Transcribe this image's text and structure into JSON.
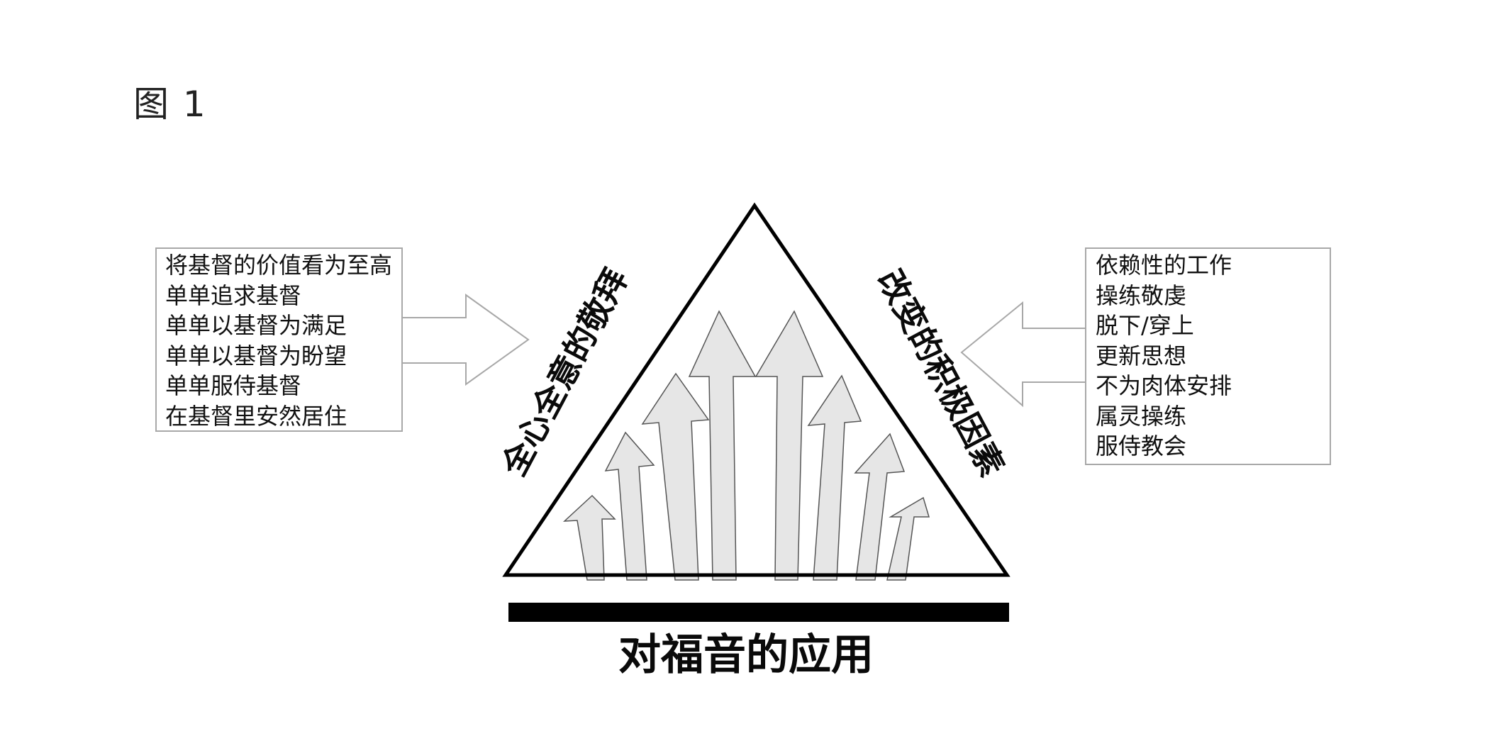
{
  "figure_label": "图 1",
  "left_list": {
    "items": [
      "将基督的价值看为至高",
      "单单追求基督",
      "单单以基督为满足",
      "单单以基督为盼望",
      "单单服侍基督",
      "在基督里安然居住"
    ]
  },
  "right_list": {
    "items": [
      "依赖性的工作",
      "操练敬虔",
      "脱下/穿上",
      "更新思想",
      "不为肉体安排",
      "属灵操练",
      "服侍教会"
    ]
  },
  "triangle": {
    "left_side_label": "全心全意的敬拜",
    "right_side_label": "改变的积极因素"
  },
  "base_label": "对福音的应用",
  "colors": {
    "outline": "#000000",
    "box_border": "#a8a8a8",
    "arrow_fill": "#e6e6e6",
    "arrow_stroke": "#555555",
    "base_bar": "#000000"
  }
}
